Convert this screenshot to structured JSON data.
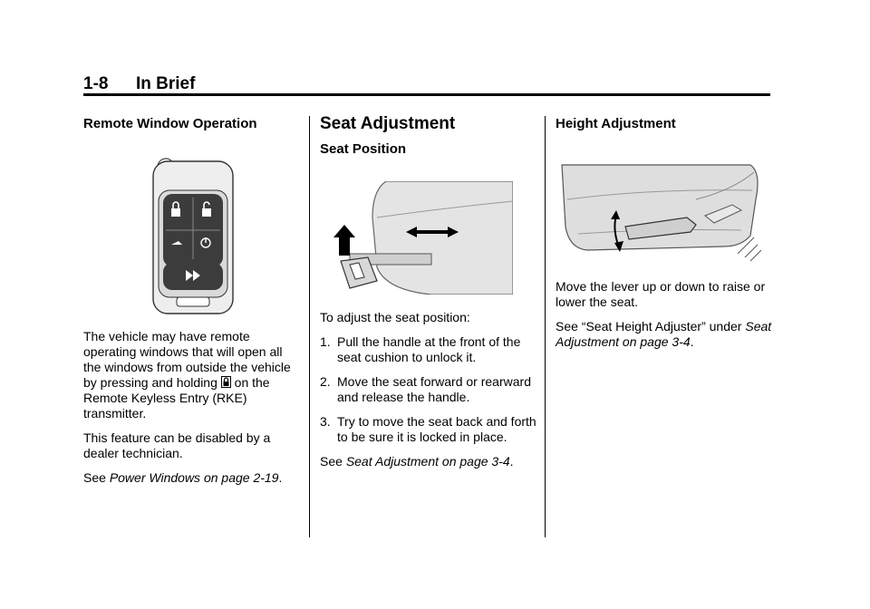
{
  "header": {
    "page_number": "1-8",
    "section": "In Brief"
  },
  "col1": {
    "heading": "Remote Window Operation",
    "para1_a": "The vehicle may have remote operating windows that will open all the windows from outside the vehicle by pressing and holding",
    "para1_b": "on the Remote Keyless Entry (RKE) transmitter.",
    "para2": "This feature can be disabled by a dealer technician.",
    "see_prefix": "See",
    "see_ref": "Power Windows on page 2-19",
    "see_suffix": "."
  },
  "col2": {
    "heading": "Seat Adjustment",
    "subheading": "Seat Position",
    "intro": "To adjust the seat position:",
    "steps": [
      {
        "num": "1.",
        "text": "Pull the handle at the front of the seat cushion to unlock it."
      },
      {
        "num": "2.",
        "text": "Move the seat forward or rearward and release the handle."
      },
      {
        "num": "3.",
        "text": "Try to move the seat back and forth to be sure it is locked in place."
      }
    ],
    "see_prefix": "See",
    "see_ref": "Seat Adjustment on page 3-4",
    "see_suffix": "."
  },
  "col3": {
    "heading": "Height Adjustment",
    "para1": "Move the lever up or down to raise or lower the seat.",
    "see_prefix": "See “Seat Height Adjuster” under",
    "see_ref": "Seat Adjustment on page 3-4",
    "see_suffix": "."
  },
  "icons": {
    "inline_unlock": "window-lock-icon",
    "key_fob": "key-fob-icon",
    "seat_position": "seat-position-illustration",
    "seat_height": "seat-height-illustration"
  }
}
